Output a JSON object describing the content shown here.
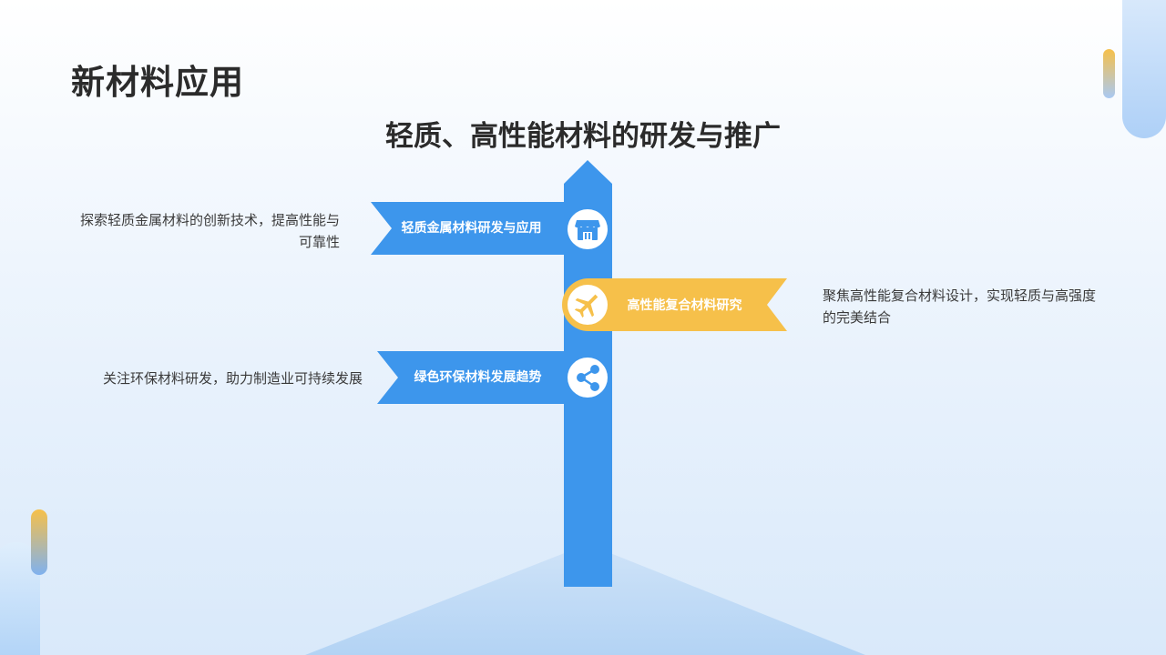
{
  "page": {
    "title": "新材料应用",
    "subtitle": "轻质、高性能材料的研发与推广"
  },
  "colors": {
    "blue": "#3d96ec",
    "yellow": "#f6c04a",
    "text": "#2b2b2b",
    "icon_circle": "#ffffff"
  },
  "signs": [
    {
      "label": "轻质金属材料研发与应用",
      "description": "探索轻质金属材料的创新技术，提高性能与可靠性",
      "side": "left",
      "color": "blue",
      "icon": "shop-icon"
    },
    {
      "label": "高性能复合材料研究",
      "description": "聚焦高性能复合材料设计，实现轻质与高强度的完美结合",
      "side": "right",
      "color": "yellow",
      "icon": "airplane-icon"
    },
    {
      "label": "绿色环保材料发展趋势",
      "description": "关注环保材料研发，助力制造业可持续发展",
      "side": "left",
      "color": "blue",
      "icon": "share-icon"
    }
  ]
}
